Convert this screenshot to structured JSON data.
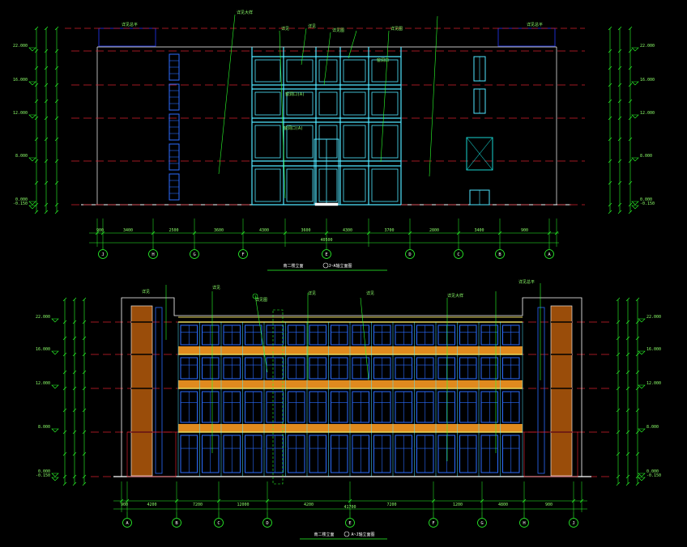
{
  "colors": {
    "background": "#000000",
    "dim_line": "#2bff2b",
    "level_line": "#d41f2e",
    "outline": "#ffffff",
    "facade_cyan": "#4fe6ff",
    "glazing_blue": "#2b6cff",
    "cladding_brown": "#9a4d0a",
    "spandrel_orange": "#e08a1e",
    "slab_yellow": "#e8d75a",
    "parapet_blue": "#1b2cc8",
    "stair_cyan": "#17d4d0"
  },
  "upper_elevation": {
    "title": "南二楼立面",
    "subtitle": "J~A轴立面图",
    "axes": [
      "J",
      "H",
      "G",
      "F",
      "E",
      "D",
      "C",
      "B",
      "A"
    ],
    "levels_left": [
      "22.000",
      "16.000",
      "12.000",
      "8.000",
      "0.000",
      "-0.150"
    ],
    "levels_right": [
      "22.000",
      "16.000",
      "12.000",
      "8.000",
      "0.000",
      "-0.150"
    ],
    "spans": [
      "900",
      "3400",
      "2500",
      "3600",
      "4300",
      "3600",
      "4300",
      "3700",
      "2800",
      "3400",
      "900"
    ],
    "total": "40500",
    "roof_tags": [
      "详见总平",
      "详见总平"
    ],
    "callouts": [
      "详见大样",
      "详见",
      "详见",
      "详见图",
      "详见图"
    ],
    "window_tags": [
      "窗洞口",
      "窗洞口(A)",
      "窗洞口(A)"
    ]
  },
  "lower_elevation": {
    "title": "南二楼立面",
    "subtitle": "A~J轴立面图",
    "axes": [
      "A",
      "B",
      "C",
      "D",
      "E",
      "F",
      "G",
      "H",
      "J"
    ],
    "levels_left": [
      "22.000",
      "16.000",
      "12.000",
      "8.000",
      "0.000",
      "-0.150"
    ],
    "levels_right": [
      "22.000",
      "16.000",
      "12.000",
      "8.000",
      "0.000",
      "-0.150"
    ],
    "spans": [
      "900",
      "4200",
      "7200",
      "12000",
      "4200",
      "7200",
      "1200",
      "4800",
      "900"
    ],
    "total": "41700",
    "callouts": [
      "详见",
      "详见",
      "详见图",
      "详见",
      "详见",
      "详见大样",
      "详见总平"
    ]
  }
}
